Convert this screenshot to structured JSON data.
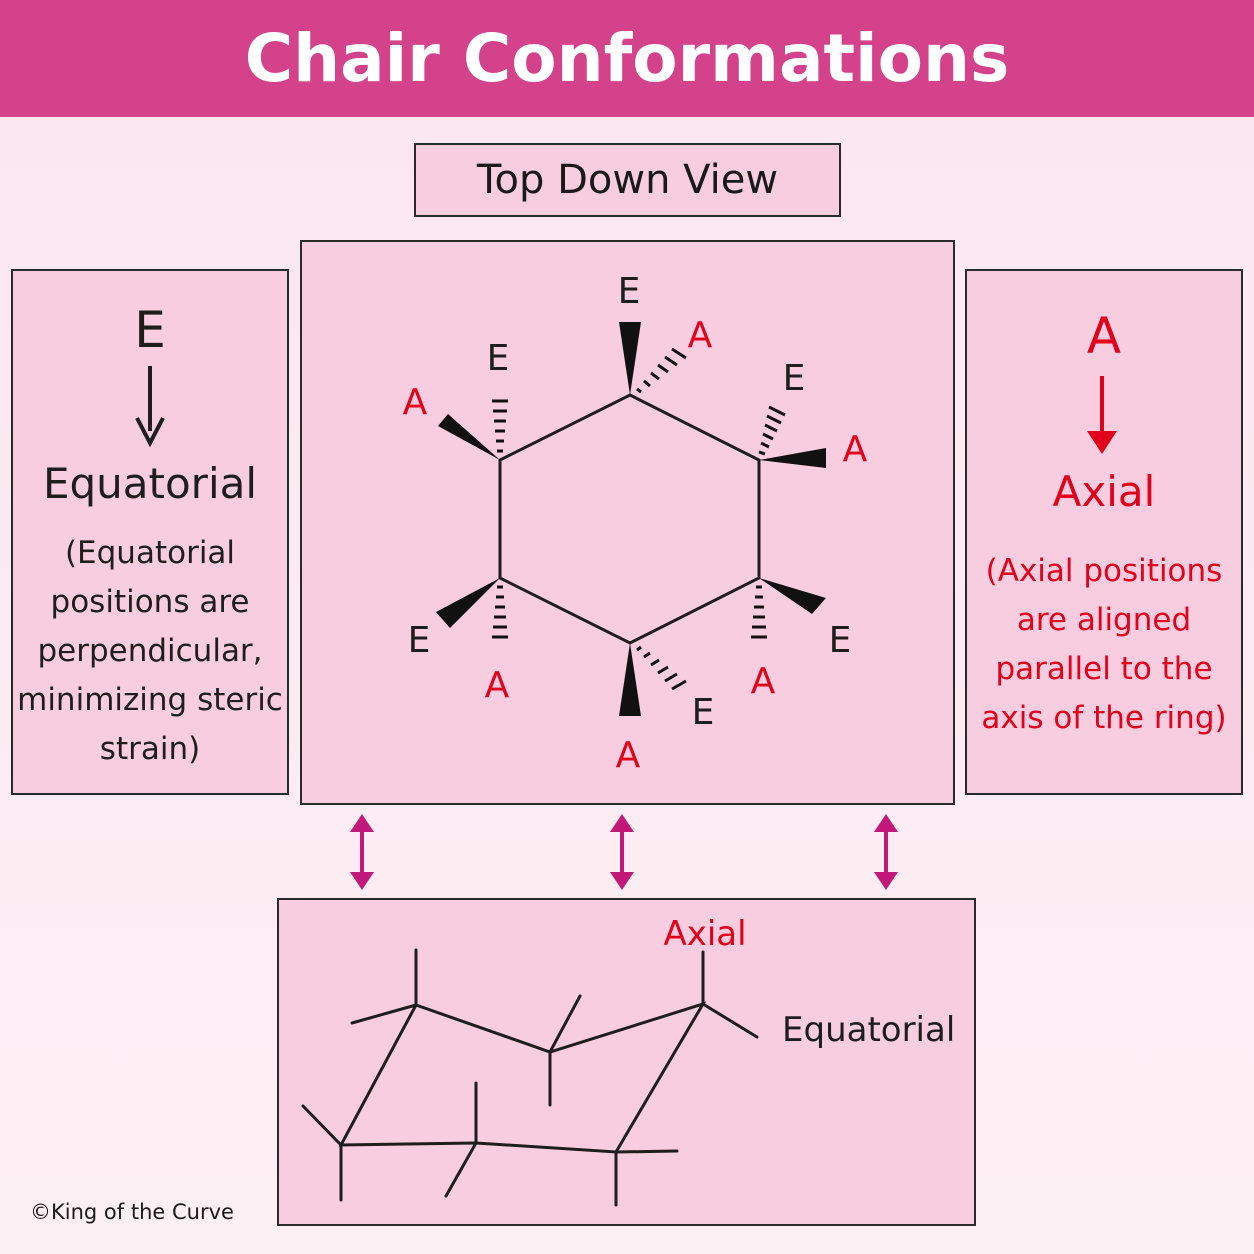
{
  "title": "Chair Conformations",
  "subtitle": "Top Down View",
  "equatorial_panel": {
    "letter": "E",
    "title": "Equatorial",
    "desc_lines": [
      "(Equatorial",
      "positions are",
      "perpendicular,",
      "minimizing steric",
      "strain)"
    ]
  },
  "axial_panel": {
    "letter": "A",
    "title": "Axial",
    "desc_lines": [
      "(Axial positions",
      "are aligned",
      "parallel to the",
      "axis of the ring)"
    ]
  },
  "hexagon_labels": {
    "equatorial": "E",
    "axial": "A"
  },
  "chair_labels": {
    "axial": "Axial",
    "equatorial": "Equatorial"
  },
  "credit": "©King of the Curve",
  "colors": {
    "banner": "#d3428a",
    "panel": "#f8cde0",
    "axial_red": "#e0001b",
    "arrow_magenta": "#c2187a"
  }
}
